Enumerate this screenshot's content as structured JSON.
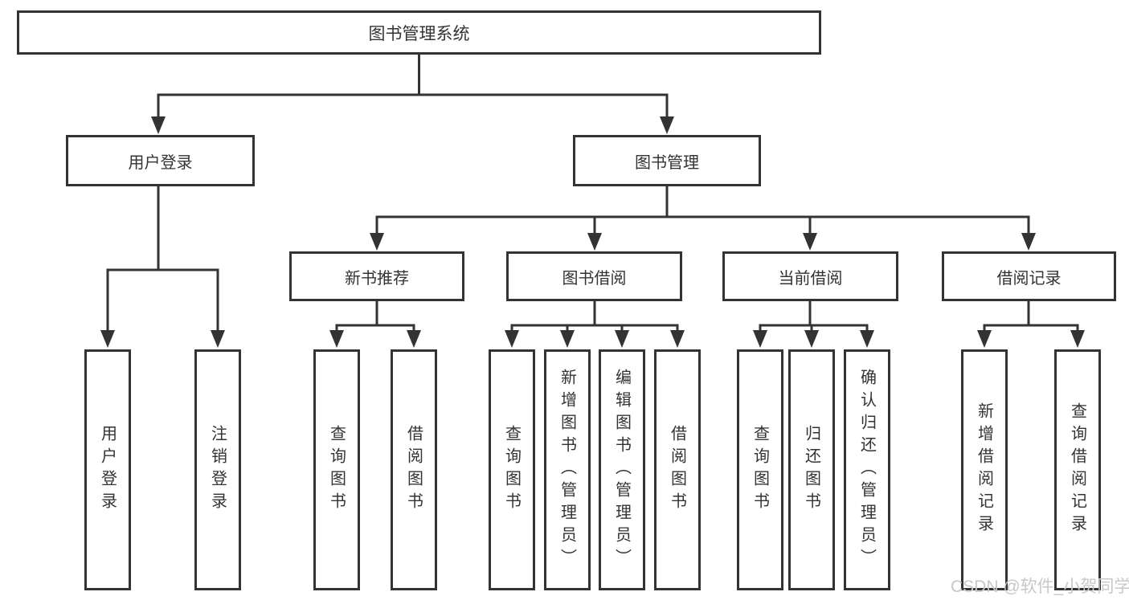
{
  "tree": {
    "root": "图书管理系统",
    "children": [
      {
        "label": "用户登录",
        "children": [
          "用户登录",
          "注销登录"
        ]
      },
      {
        "label": "图书管理",
        "children": [
          {
            "label": "新书推荐",
            "children": [
              "查询图书",
              "借阅图书"
            ]
          },
          {
            "label": "图书借阅",
            "children": [
              "查询图书",
              "新增图书（管理员）",
              "编辑图书（管理员）",
              "借阅图书"
            ]
          },
          {
            "label": "当前借阅",
            "children": [
              "查询图书",
              "归还图书",
              "确认归还（管理员）"
            ]
          },
          {
            "label": "借阅记录",
            "children": [
              "新增借阅记录",
              "查询借阅记录"
            ]
          }
        ]
      }
    ]
  },
  "watermark": {
    "text": "CSDN @软件_小贺同学",
    "color": "#c8c8c8"
  },
  "colors": {
    "line": "#333333",
    "border": "#333333",
    "background": "#ffffff",
    "text": "#333333"
  }
}
